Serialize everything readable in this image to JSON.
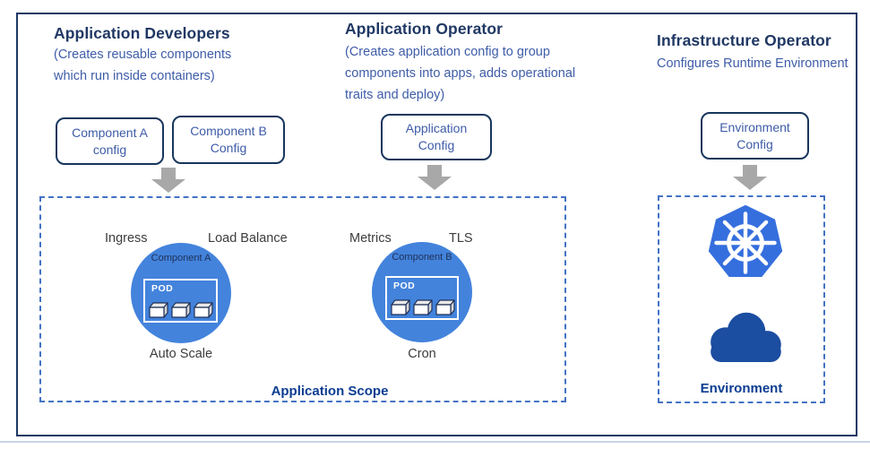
{
  "colors": {
    "outer_border": "#1E3A66",
    "title_navy": "#203864",
    "description_blue": "#3E5CA8",
    "config_border_navy": "#17365D",
    "dashed_blue": "#4472C4",
    "component_circle_blue": "#4383DC",
    "kubernetes_blue": "#356FDE",
    "cloud_navy": "#1B4DA1",
    "arrow_gray": "#A8A8A8",
    "zone_label_blue": "#0B3D91",
    "trait_text": "#3d3d3d"
  },
  "sections": {
    "developers": {
      "title": "Application Developers",
      "description_lines": [
        "(Creates reusable components",
        "which run inside containers)"
      ]
    },
    "operator": {
      "title": "Application Operator",
      "description_lines": [
        "(Creates application config to group",
        "components into apps, adds operational",
        "traits and deploy)"
      ]
    },
    "infrastructure": {
      "title": "Infrastructure Operator",
      "description_lines": [
        "Configures Runtime Environment"
      ]
    }
  },
  "config_boxes": [
    {
      "id": "component-a-config",
      "lines": [
        "Component A",
        "config"
      ]
    },
    {
      "id": "component-b-config",
      "lines": [
        "Component B",
        "Config"
      ]
    },
    {
      "id": "application-config",
      "lines": [
        "Application",
        "Config"
      ]
    },
    {
      "id": "environment-config",
      "lines": [
        "Environment",
        "Config"
      ]
    }
  ],
  "application_scope": {
    "label": "Application Scope",
    "components": [
      {
        "name": "Component A",
        "pod_label": "POD",
        "traits": {
          "top_left": "Ingress",
          "top_right": "Load Balance",
          "bottom": "Auto Scale"
        }
      },
      {
        "name": "Component B",
        "pod_label": "POD",
        "traits": {
          "top_left": "Metrics",
          "top_right": "TLS",
          "bottom": "Cron"
        }
      }
    ]
  },
  "environment": {
    "label": "Environment",
    "icons": [
      "kubernetes-icon",
      "cloud-icon"
    ]
  }
}
